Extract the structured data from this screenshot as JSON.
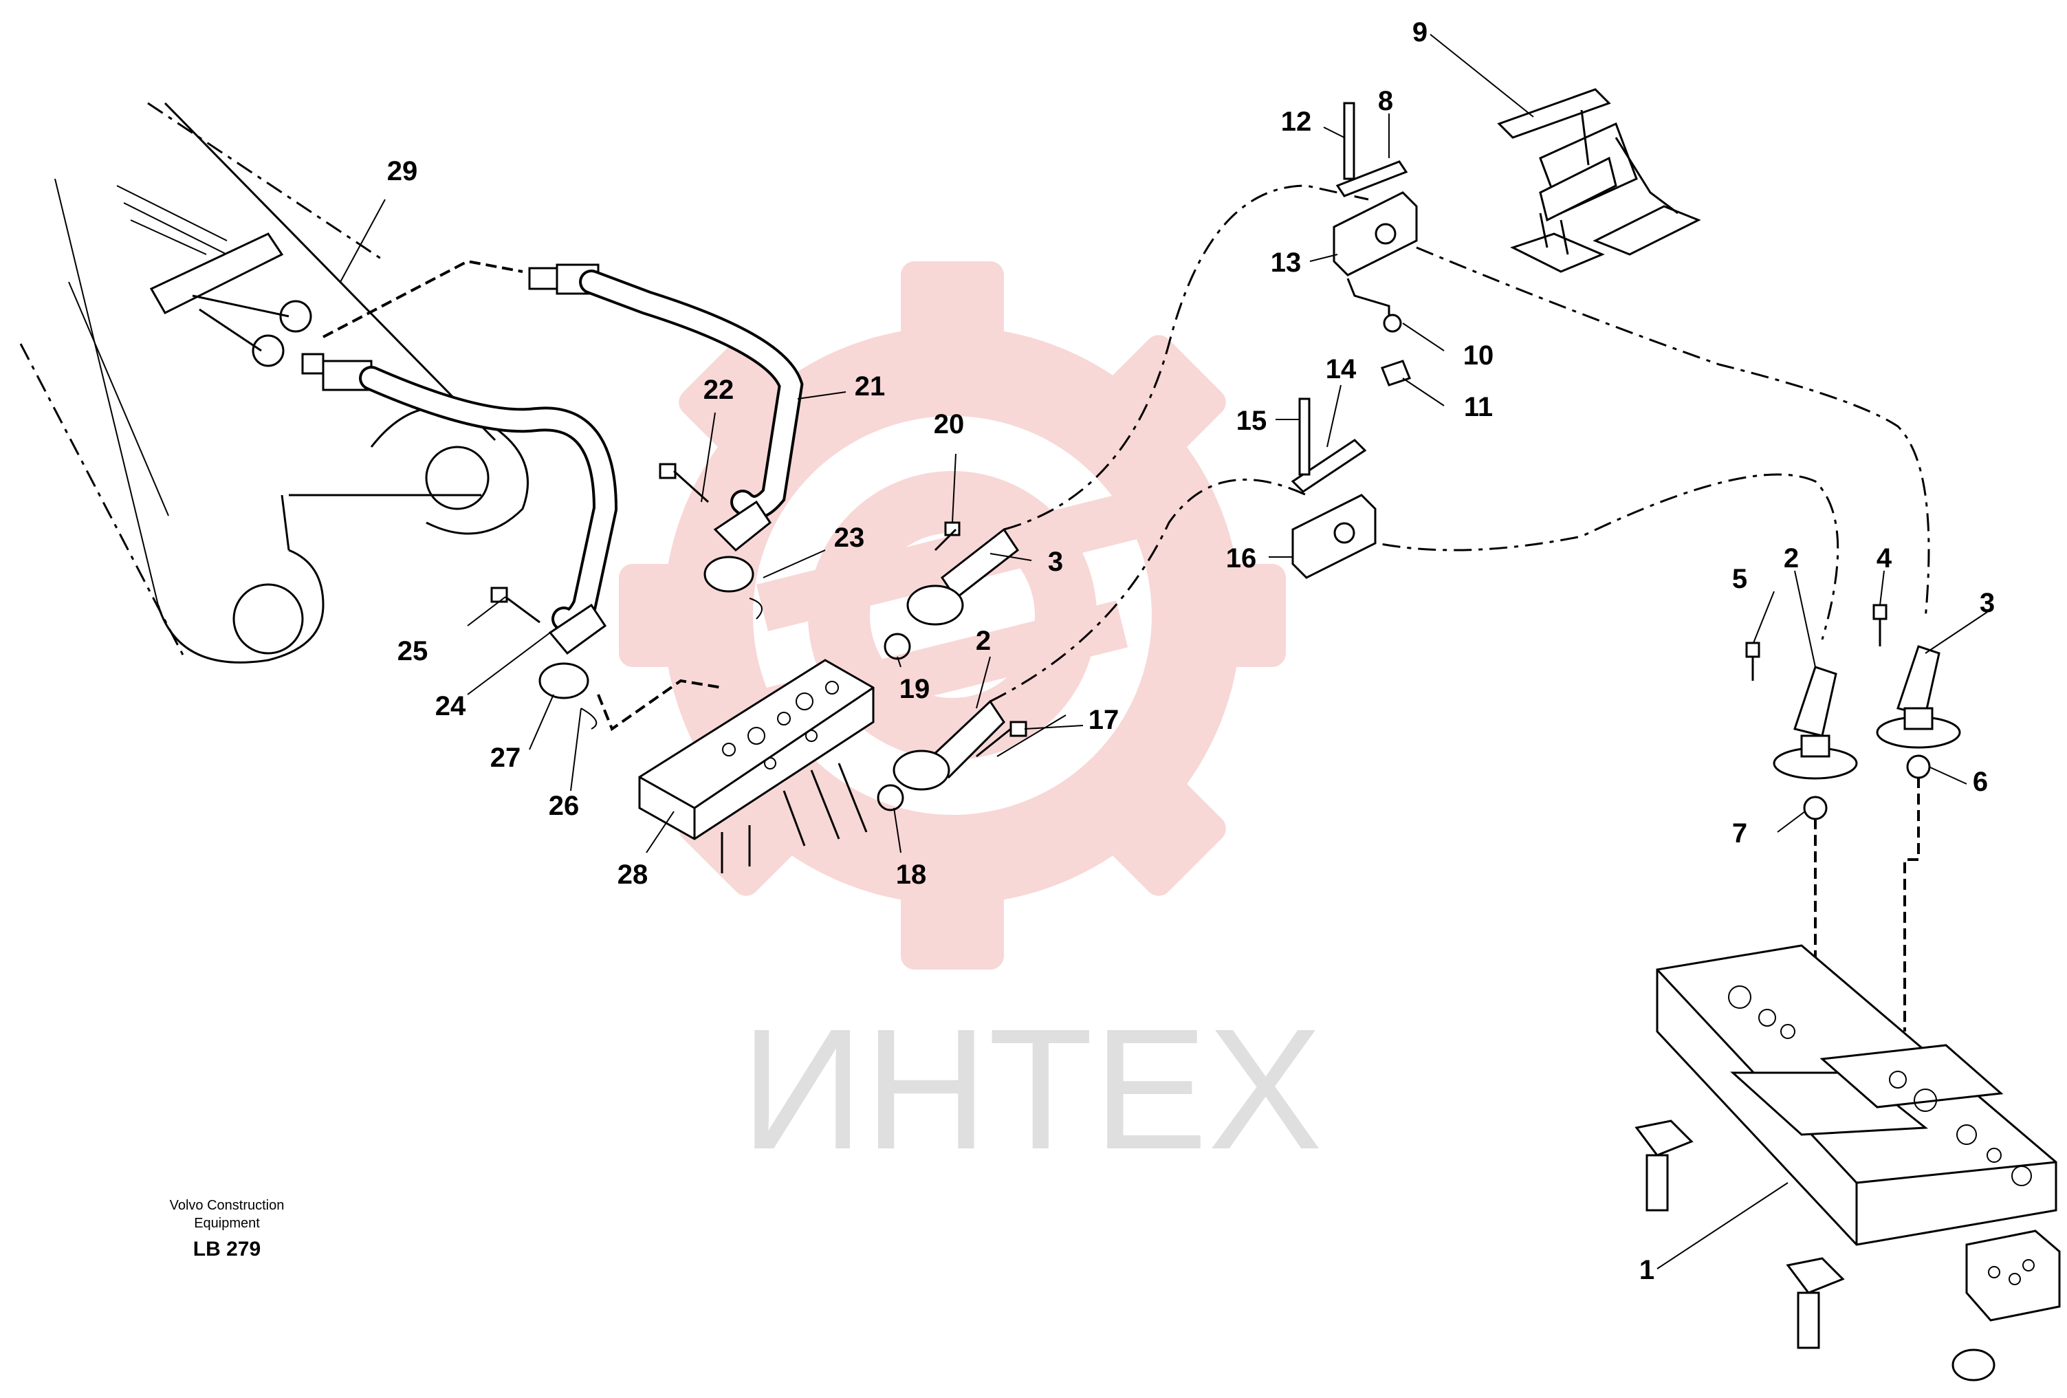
{
  "watermark": {
    "text": "ИНТЕХ",
    "color": "#f4c7c7",
    "gray": "#dcdcdc"
  },
  "caption": {
    "line1": "Volvo Construction",
    "line2": "Equipment",
    "code": "LB 279"
  },
  "callouts": [
    "1",
    "2",
    "2",
    "3",
    "3",
    "4",
    "5",
    "6",
    "7",
    "8",
    "9",
    "10",
    "11",
    "12",
    "13",
    "14",
    "15",
    "16",
    "17",
    "18",
    "19",
    "20",
    "21",
    "22",
    "23",
    "24",
    "25",
    "26",
    "27",
    "28",
    "29"
  ]
}
